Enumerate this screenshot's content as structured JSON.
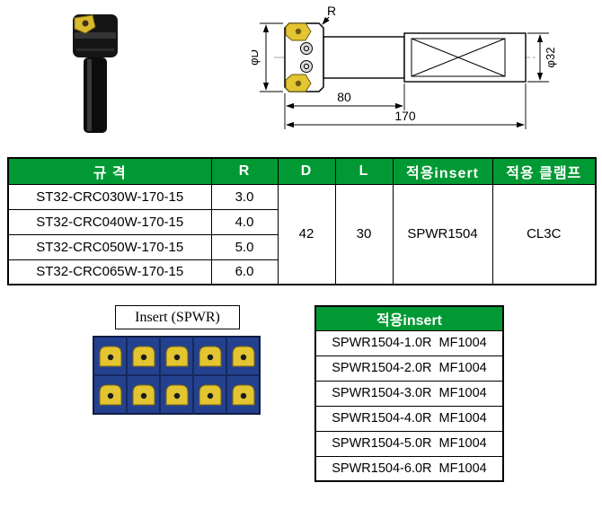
{
  "colors": {
    "header_green": "#009933",
    "insert_yellow": "#e3c431",
    "tray_blue": "#24418f"
  },
  "drawing": {
    "r_label": "R",
    "phi_d_label": "φD",
    "phi_32_label": "φ32",
    "dim_80": "80",
    "dim_170": "170"
  },
  "spec_table": {
    "headers": {
      "spec": "규 격",
      "r": "R",
      "d": "D",
      "l": "L",
      "insert": "적용insert",
      "clamp": "적용 클램프"
    },
    "rows": [
      {
        "spec": "ST32-CRC030W-170-15",
        "r": "3.0"
      },
      {
        "spec": "ST32-CRC040W-170-15",
        "r": "4.0"
      },
      {
        "spec": "ST32-CRC050W-170-15",
        "r": "5.0"
      },
      {
        "spec": "ST32-CRC065W-170-15",
        "r": "6.0"
      }
    ],
    "shared": {
      "d": "42",
      "l": "30",
      "insert": "SPWR1504",
      "clamp": "CL3C"
    }
  },
  "insert_section": {
    "label": "Insert (SPWR)"
  },
  "insert_table": {
    "header": "적용insert",
    "rows": [
      "SPWR1504-1.0R  MF1004",
      "SPWR1504-2.0R  MF1004",
      "SPWR1504-3.0R  MF1004",
      "SPWR1504-4.0R  MF1004",
      "SPWR1504-5.0R  MF1004",
      "SPWR1504-6.0R  MF1004"
    ]
  }
}
